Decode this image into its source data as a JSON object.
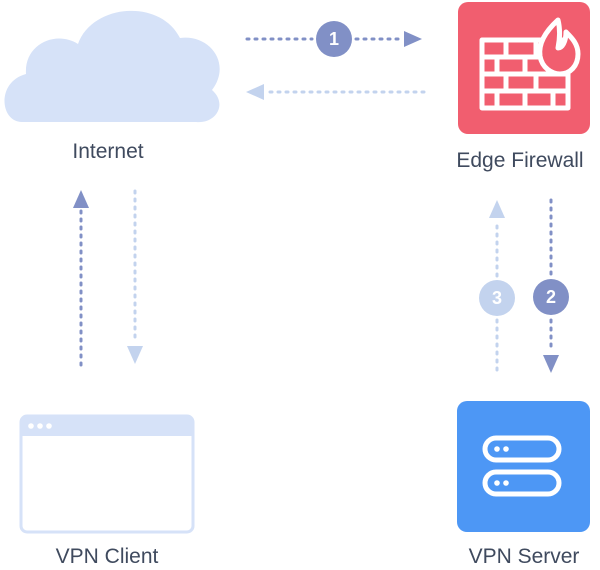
{
  "nodes": {
    "internet": {
      "label": "Internet",
      "icon": "cloud-icon"
    },
    "firewall": {
      "label": "Edge Firewall",
      "icon": "firewall-icon"
    },
    "client": {
      "label": "VPN Client",
      "icon": "browser-window-icon"
    },
    "server": {
      "label": "VPN Server",
      "icon": "server-icon"
    }
  },
  "steps": {
    "one": "1",
    "two": "2",
    "three": "3"
  },
  "colors": {
    "cloud": "#d6e2f8",
    "firewall": "#f15e6f",
    "server": "#4d97f5",
    "dark_arrow": "#8190c6",
    "light_arrow": "#c3d3ee",
    "label_text": "#3f4a5e"
  }
}
